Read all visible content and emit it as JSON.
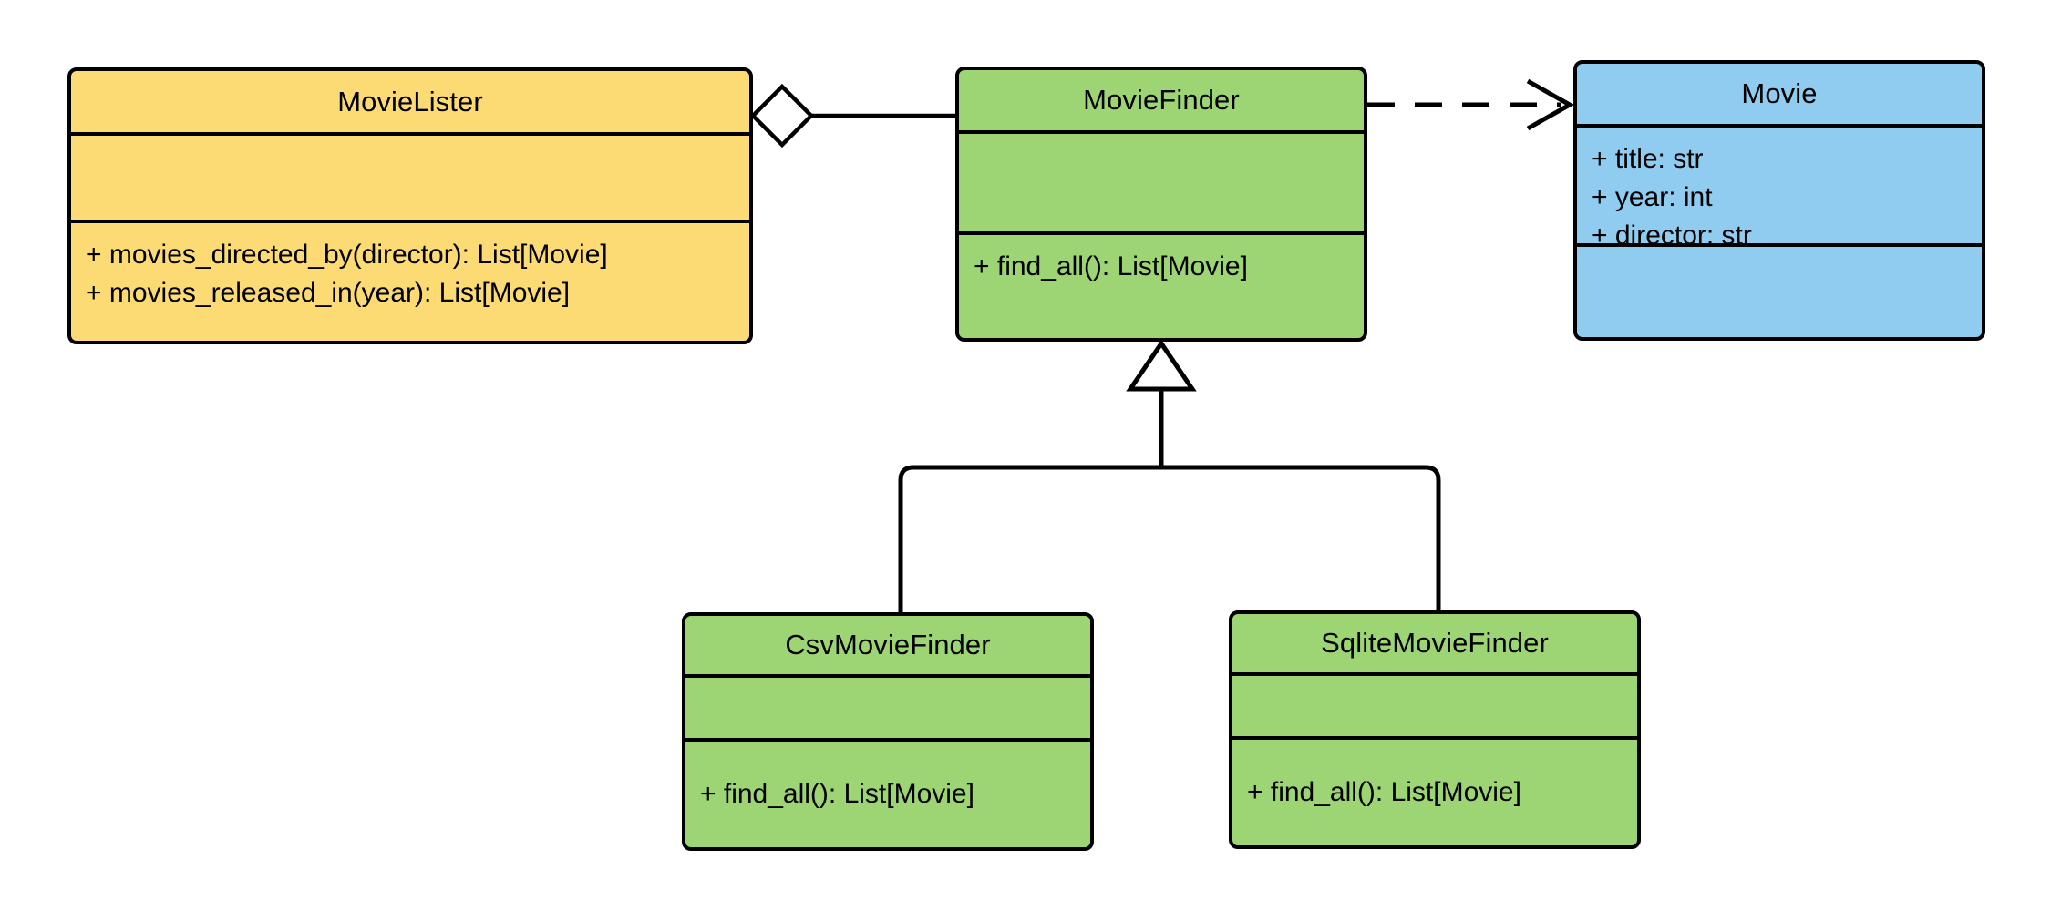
{
  "diagram": {
    "type": "uml-class-diagram",
    "background_color": "#ffffff",
    "line_color": "#000000",
    "colors": {
      "client_fill": "#FCDA74",
      "interface_fill": "#9ED574",
      "entity_fill": "#8FCCF0"
    }
  },
  "classes": {
    "movie_lister": {
      "name": "MovieLister",
      "fill": "#FCDA74",
      "attributes": [],
      "methods": [
        "+ movies_directed_by(director): List[Movie]",
        "+ movies_released_in(year): List[Movie]"
      ]
    },
    "movie_finder": {
      "name": "MovieFinder",
      "fill": "#9ED574",
      "attributes": [],
      "methods": [
        "+ find_all(): List[Movie]"
      ]
    },
    "movie": {
      "name": "Movie",
      "fill": "#8FCCF0",
      "attributes": [
        "+ title: str",
        "+ year: int",
        "+ director: str"
      ],
      "methods": []
    },
    "csv_movie_finder": {
      "name": "CsvMovieFinder",
      "fill": "#9ED574",
      "attributes": [],
      "methods": [
        "+ find_all(): List[Movie]"
      ]
    },
    "sqlite_movie_finder": {
      "name": "SqliteMovieFinder",
      "fill": "#9ED574",
      "attributes": [],
      "methods": [
        "+ find_all(): List[Movie]"
      ]
    }
  },
  "relationships": [
    {
      "id": "aggregation-lister-finder",
      "kind": "aggregation",
      "label": "",
      "source": "MovieLister",
      "target": "MovieFinder",
      "marker": "hollow-diamond",
      "line_style": "solid"
    },
    {
      "id": "dependency-finder-movie",
      "kind": "dependency",
      "label": "",
      "source": "MovieFinder",
      "target": "Movie",
      "marker": "open-arrow",
      "line_style": "dashed"
    },
    {
      "id": "generalization-csv-finder",
      "kind": "generalization",
      "label": "",
      "source": "CsvMovieFinder",
      "target": "MovieFinder",
      "marker": "hollow-triangle",
      "line_style": "solid"
    },
    {
      "id": "generalization-sqlite-finder",
      "kind": "generalization",
      "label": "",
      "source": "SqliteMovieFinder",
      "target": "MovieFinder",
      "marker": "hollow-triangle",
      "line_style": "solid"
    }
  ]
}
